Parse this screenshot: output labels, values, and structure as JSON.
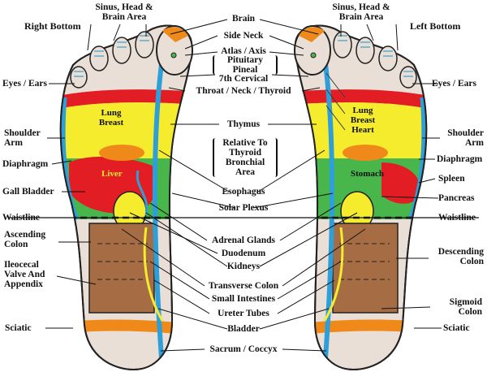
{
  "headers": {
    "right_bottom": "Right Bottom",
    "left_bottom": "Left Bottom"
  },
  "zones": {
    "sinus": "Sinus, Head & Brain Area",
    "eyes_ears": "Eyes / Ears",
    "shoulder_arm": "Shoulder Arm",
    "diaphragm": "Diaphragm",
    "gall_bladder": "Gall Bladder",
    "waistline": "Waistline",
    "ascending_colon": "Ascending Colon",
    "ileocecal": "Ileocecal Valve And Appendix",
    "sciatic": "Sciatic",
    "spleen": "Spleen",
    "pancreas": "Pancreas",
    "descending_colon": "Descending Colon",
    "sigmoid_colon": "Sigmoid Colon"
  },
  "center": {
    "brain": "Brain",
    "side_neck": "Side Neck",
    "atlas_axis": "Atlas / Axis",
    "pituitary_pineal": "Pituitary Pineal",
    "seventh_cervical": "7th Cervical",
    "throat_neck_thyroid": "Throat / Neck / Thyroid",
    "thymus": "Thymus",
    "relative_thyroid": "Relative To Thyroid Bronchial Area",
    "esophagus": "Esophagus",
    "solar_plexus": "Solar Plexus",
    "adrenal_glands": "Adrenal Glands",
    "duodenum": "Duodenum",
    "kidneys": "Kidneys",
    "transverse_colon": "Transverse Colon",
    "small_intestines": "Small Intestines",
    "ureter_tubes": "Ureter Tubes",
    "bladder": "Bladder",
    "sacrum_coccyx": "Sacrum / Coccyx"
  },
  "organs_on_foot": {
    "lung_breast_right": "Lung Breast",
    "lung_breast_heart_left": "Lung Breast Heart",
    "liver": "Liver",
    "stomach": "Stomach"
  },
  "colors": {
    "skin": "#e9dfd7",
    "yellow": "#f5ec2e",
    "red": "#e31d24",
    "green": "#49b64b",
    "orange": "#ef8a1a",
    "brown": "#a66c43",
    "blue": "#2e9fd8"
  }
}
